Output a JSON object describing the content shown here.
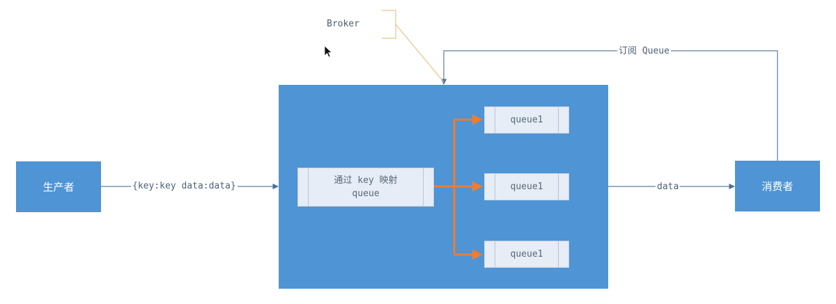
{
  "colors": {
    "box_blue": "#4f94d4",
    "box_blue_dark": "#4a8fd0",
    "queue_fill": "#e6edf6",
    "arrow_orange": "#ed7d31",
    "line_blue": "#5b7fa6",
    "callout_tan": "#e8c48a"
  },
  "nodes": {
    "producer": "生产者",
    "consumer": "消费者",
    "router_line1": "通过 key 映射",
    "router_line2": "queue",
    "queues": [
      "queue1",
      "queue1",
      "queue1"
    ]
  },
  "labels": {
    "message": "{key:key data:data}",
    "data": "data",
    "subscribe": "订阅 Queue",
    "broker": "Broker"
  }
}
